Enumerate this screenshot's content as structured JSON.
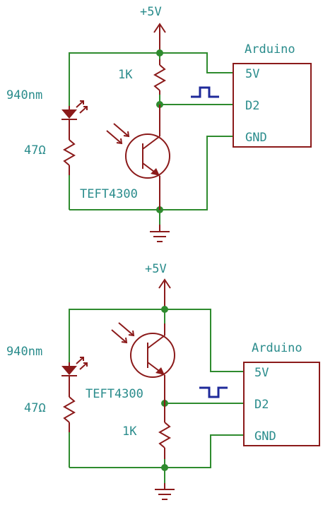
{
  "circuits": [
    {
      "supply": "+5V",
      "led_label": "940nm",
      "led_resistor": "47Ω",
      "pull_resistor": "1K",
      "sensor": "TEFT4300",
      "board": {
        "title": "Arduino",
        "pins": [
          "5V",
          "D2",
          "GND"
        ]
      },
      "pulse_direction": "high"
    },
    {
      "supply": "+5V",
      "led_label": "940nm",
      "led_resistor": "47Ω",
      "pull_resistor": "1K",
      "sensor": "TEFT4300",
      "board": {
        "title": "Arduino",
        "pins": [
          "5V",
          "D2",
          "GND"
        ]
      },
      "pulse_direction": "low"
    }
  ],
  "colors": {
    "wire": "#2e8b2e",
    "component": "#8b1a1a",
    "text": "#2a8c8c",
    "signal": "#1f2a9a"
  }
}
